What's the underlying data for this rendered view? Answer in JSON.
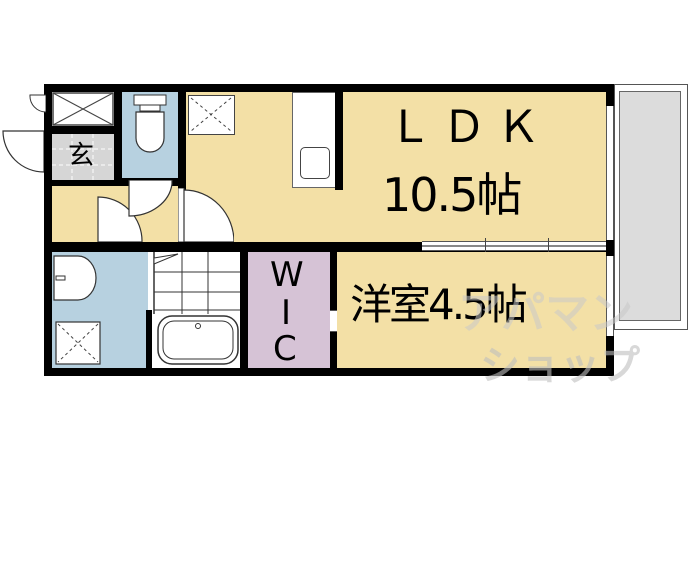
{
  "floorplan": {
    "rooms": {
      "ldk": {
        "name": "ＬＤＫ",
        "size": "10.5帖"
      },
      "western_room": {
        "name": "洋室",
        "size": "4.5帖"
      },
      "wic": {
        "letters": [
          "W",
          "I",
          "C"
        ]
      },
      "entrance": {
        "name": "玄"
      }
    },
    "watermark": {
      "line1": "アパマン",
      "line2": "ショップ"
    },
    "colors": {
      "living": "#f3e0a6",
      "wet": "#b7d1e0",
      "closet": "#d6c3d6",
      "entrance": "#d6d6d6",
      "balcony": "#dcdcdc",
      "wall": "#000000"
    }
  }
}
